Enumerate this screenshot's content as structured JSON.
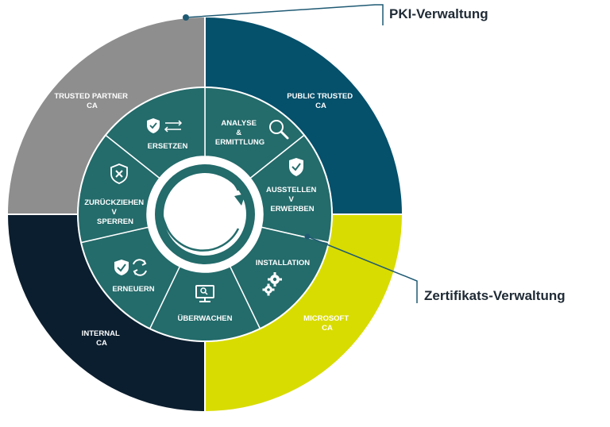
{
  "colors": {
    "public_trusted": "#05506b",
    "microsoft": "#d9dc00",
    "internal": "#0b1e2f",
    "trusted_partner": "#8e8e8e",
    "segment": "#246b6b",
    "segment_line": "#ffffff",
    "callout_line": "#1f5a73"
  },
  "callouts": {
    "pki": "PKI-Verwaltung",
    "zertifikats": "Zertifikats-Verwaltung"
  },
  "quadrants": {
    "public_trusted": [
      "PUBLIC TRUSTED",
      "CA"
    ],
    "microsoft": [
      "MICROSOFT",
      "CA"
    ],
    "internal": [
      "INTERNAL",
      "CA"
    ],
    "trusted_partner": [
      "TRUSTED PARTNER",
      "CA"
    ]
  },
  "segments": [
    {
      "id": "analyse",
      "lines": [
        "ANALYSE",
        "&",
        "ERMITTLUNG"
      ],
      "icon": "magnifier-icon"
    },
    {
      "id": "ausstellen",
      "lines": [
        "AUSSTELLEN",
        "V",
        "ERWERBEN"
      ],
      "icon": "shield-check-icon"
    },
    {
      "id": "installation",
      "lines": [
        "INSTALLATION"
      ],
      "icon": "gears-icon"
    },
    {
      "id": "ueberwachen",
      "lines": [
        "ÜBERWACHEN"
      ],
      "icon": "monitor-icon"
    },
    {
      "id": "erneuern",
      "lines": [
        "ERNEUERN"
      ],
      "icon": "shield-refresh-icon"
    },
    {
      "id": "zurueckziehen",
      "lines": [
        "ZURÜCKZIEHEN",
        "V",
        "SPERREN"
      ],
      "icon": "shield-x-icon"
    },
    {
      "id": "ersetzen",
      "lines": [
        "ERSETZEN"
      ],
      "icon": "shield-swap-icon"
    }
  ]
}
